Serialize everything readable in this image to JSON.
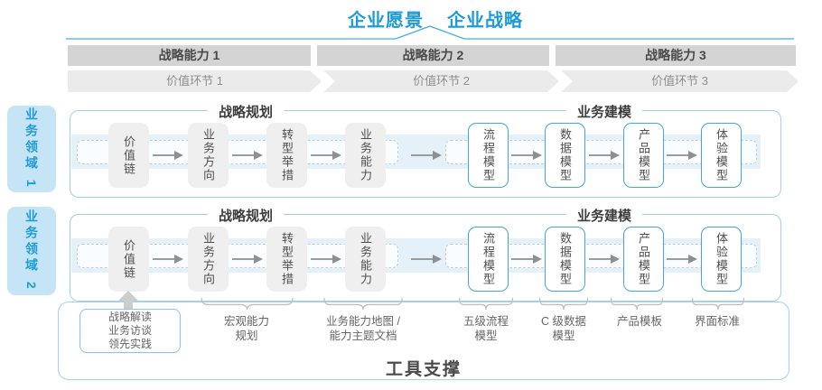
{
  "title": {
    "vision": "企业愿景",
    "strategy": "企业战略"
  },
  "capabilities": [
    {
      "label": "战略能力 1"
    },
    {
      "label": "战略能力 2"
    },
    {
      "label": "战略能力 3"
    }
  ],
  "value_links": [
    {
      "label": "价值环节 1"
    },
    {
      "label": "价值环节 2"
    },
    {
      "label": "价值环节 3"
    }
  ],
  "domains": [
    {
      "label": "业务领域 1"
    },
    {
      "label": "业务领域 2"
    }
  ],
  "rows": [
    {
      "planning_header": "战略规划",
      "modeling_header": "业务建模",
      "boxes": [
        {
          "label": "价值链",
          "type": "gray"
        },
        {
          "label": "业务方向",
          "type": "gray"
        },
        {
          "label": "转型举措",
          "type": "gray"
        },
        {
          "label": "业务能力",
          "type": "gray"
        },
        {
          "label": "流程模型",
          "type": "blue"
        },
        {
          "label": "数据模型",
          "type": "blue"
        },
        {
          "label": "产品模型",
          "type": "blue"
        },
        {
          "label": "体验模型",
          "type": "blue"
        }
      ]
    },
    {
      "planning_header": "战略规划",
      "modeling_header": "业务建模",
      "boxes": [
        {
          "label": "价值链",
          "type": "gray"
        },
        {
          "label": "业务方向",
          "type": "gray"
        },
        {
          "label": "转型举措",
          "type": "gray"
        },
        {
          "label": "业务能力",
          "type": "gray"
        },
        {
          "label": "流程模型",
          "type": "blue"
        },
        {
          "label": "数据模型",
          "type": "blue"
        },
        {
          "label": "产品模型",
          "type": "blue"
        },
        {
          "label": "体验模型",
          "type": "blue"
        }
      ]
    }
  ],
  "annotations": {
    "source_box": {
      "lines": [
        "战略解读",
        "业务访谈",
        "领先实践"
      ]
    },
    "items": [
      {
        "line1": "宏观能力",
        "line2": "规划"
      },
      {
        "line1": "业务能力地图 /",
        "line2": "能力主题文档"
      },
      {
        "line1": "五级流程",
        "line2": "模型"
      },
      {
        "line1": "C 级数据",
        "line2": "模型"
      },
      {
        "line1": "产品模板",
        "line2": ""
      },
      {
        "line1": "界面标准",
        "line2": ""
      }
    ]
  },
  "tool_support": {
    "label": "工具支撑"
  },
  "colors": {
    "accent_blue": "#1B9BD7",
    "capability_band": "#D4D4D4",
    "value_band": "#EBEBEB",
    "domain_bg": "#C5E4F5",
    "row_border": "#A0D3EB",
    "flow_band": "#E4F1F9",
    "box_gray": "#EFEFEF",
    "box_blue_border": "#41A8DA",
    "arrow_gray": "#8F8F8F",
    "tool_border": "#9FD4EE"
  }
}
